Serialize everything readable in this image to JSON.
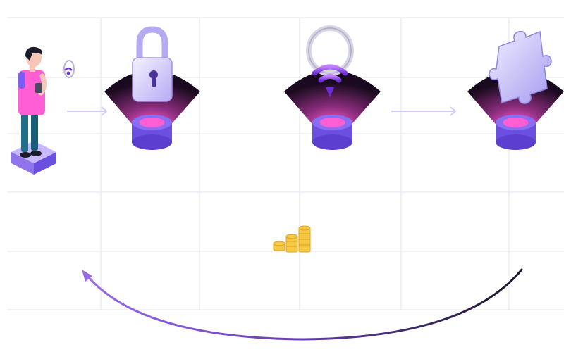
{
  "diagram": {
    "actors": [
      {
        "id": "user",
        "icon": "person-on-platform-icon",
        "device_icon": "phone-with-wifi-icon"
      }
    ],
    "stations": [
      {
        "id": "lock",
        "icon": "padlock-icon"
      },
      {
        "id": "network",
        "icon": "wifi-signal-icon"
      },
      {
        "id": "plugin",
        "icon": "puzzle-piece-icon"
      }
    ],
    "reward": {
      "icon": "coin-stacks-icon"
    },
    "connections": [
      {
        "from": "user",
        "to": "lock",
        "style": "arrow"
      },
      {
        "from": "network",
        "to": "plugin",
        "style": "arrow"
      },
      {
        "from": "plugin",
        "to": "user",
        "style": "curved-arrow"
      }
    ],
    "colors": {
      "accent_purple": "#8a5cf6",
      "pink": "#ff5fd2",
      "platform": "#6a4fe0",
      "cone_dark": "#2a0f33",
      "grid": "#e6e6ee",
      "coin": "#f6c945",
      "arrow_dark": "#1b1726"
    }
  }
}
